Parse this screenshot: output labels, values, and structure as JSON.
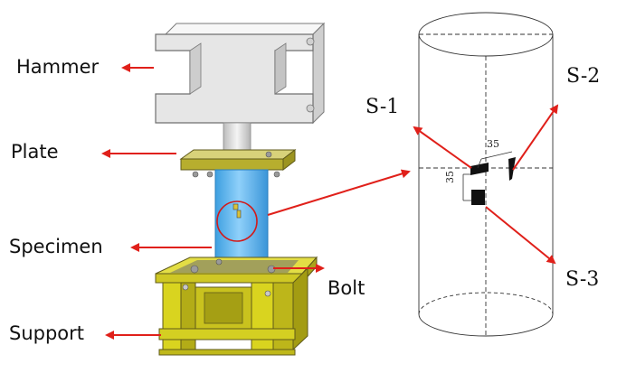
{
  "labels": {
    "hammer": "Hammer",
    "plate": "Plate",
    "specimen": "Specimen",
    "bolt": "Bolt",
    "support": "Support"
  },
  "gauges": {
    "s1": "S-1",
    "s2": "S-2",
    "s3": "S-3"
  },
  "dimensions": {
    "horizontal": "35",
    "vertical": "35"
  },
  "colors": {
    "arrow": "#e0201a",
    "hammer": "#e8e8e8",
    "plate": "#c9c24a",
    "support": "#d9d41f",
    "specimen": "#5cb8f0",
    "gauge": "#111111"
  }
}
